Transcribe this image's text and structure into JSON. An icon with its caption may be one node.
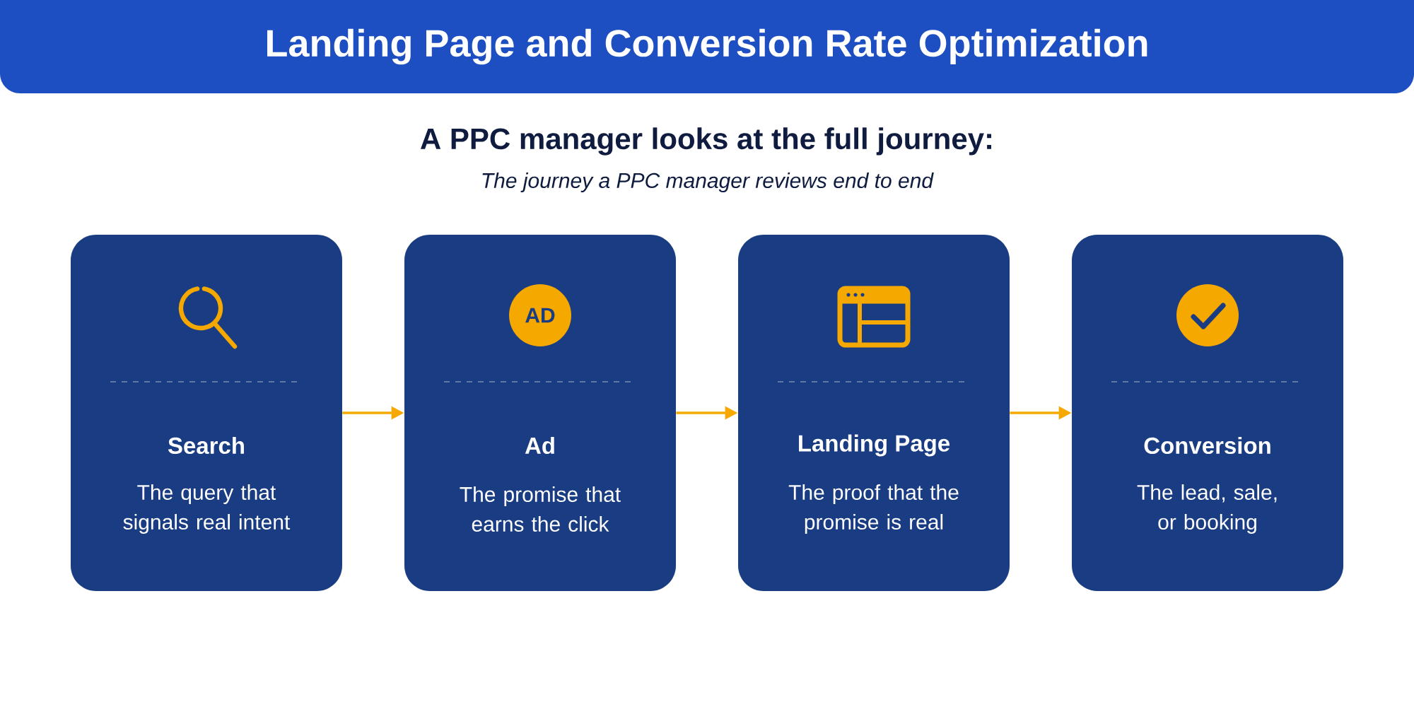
{
  "diagram": {
    "title": "Landing Page and Conversion Rate Optimization",
    "nodes": [
      {
        "text": [
          "Search",
          "The query that signals real intent"
        ]
      },
      {
        "text": [
          "Ad",
          "The promise that earns the click"
        ]
      },
      {
        "text": [
          "Landing Page",
          "The proof that the promise is real"
        ]
      },
      {
        "text": [
          "Conversion",
          "The lead, sale, or booking"
        ]
      }
    ],
    "edges": [
      {
        "from": 0,
        "to": 1,
        "arrow": "to"
      },
      {
        "from": 1,
        "to": 2,
        "arrow": "to"
      },
      {
        "from": 2,
        "to": 3,
        "arrow": "to"
      }
    ],
    "labels": [
      "A PPC manager looks at the full journey:",
      "The journey a PPC manager reviews end to end",
      "AD"
    ]
  }
}
